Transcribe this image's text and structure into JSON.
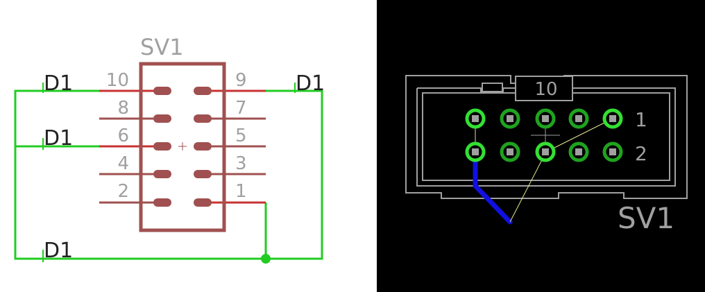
{
  "schematic": {
    "part_name": "SV1",
    "net_labels": [
      "D1",
      "D1",
      "D1",
      "D1"
    ],
    "pins_left": [
      "10",
      "8",
      "6",
      "4",
      "2"
    ],
    "pins_right": [
      "9",
      "7",
      "5",
      "3",
      "1"
    ]
  },
  "board": {
    "part_name": "SV1",
    "key_label": "10",
    "row_labels": [
      "1",
      "2"
    ]
  },
  "colors": {
    "schematic_bg": "#ffffff",
    "board_bg": "#000000",
    "net_wire": "#22cc22",
    "pin_line": "#c83232",
    "symbol_body": "#a05050",
    "label_gray": "#a0a0a0",
    "silkscreen": "#a0a0a0",
    "pad_ring": "#1fa31f",
    "pad_highlight": "#33e033",
    "trace_blue": "#1010e0",
    "airwire": "#e6e690"
  }
}
